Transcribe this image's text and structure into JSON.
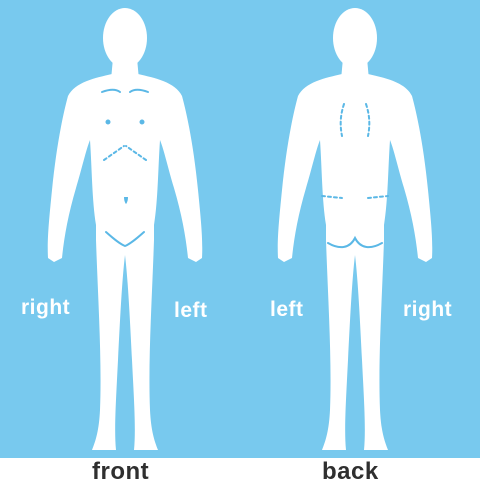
{
  "colors": {
    "background": "#78c9ee",
    "body": "#ffffff",
    "marker": "#5bb8e6",
    "caption": "#2f2f2f"
  },
  "front": {
    "caption": "front",
    "left_side_label": "right",
    "right_side_label": "left"
  },
  "back": {
    "caption": "back",
    "left_side_label": "left",
    "right_side_label": "right"
  }
}
